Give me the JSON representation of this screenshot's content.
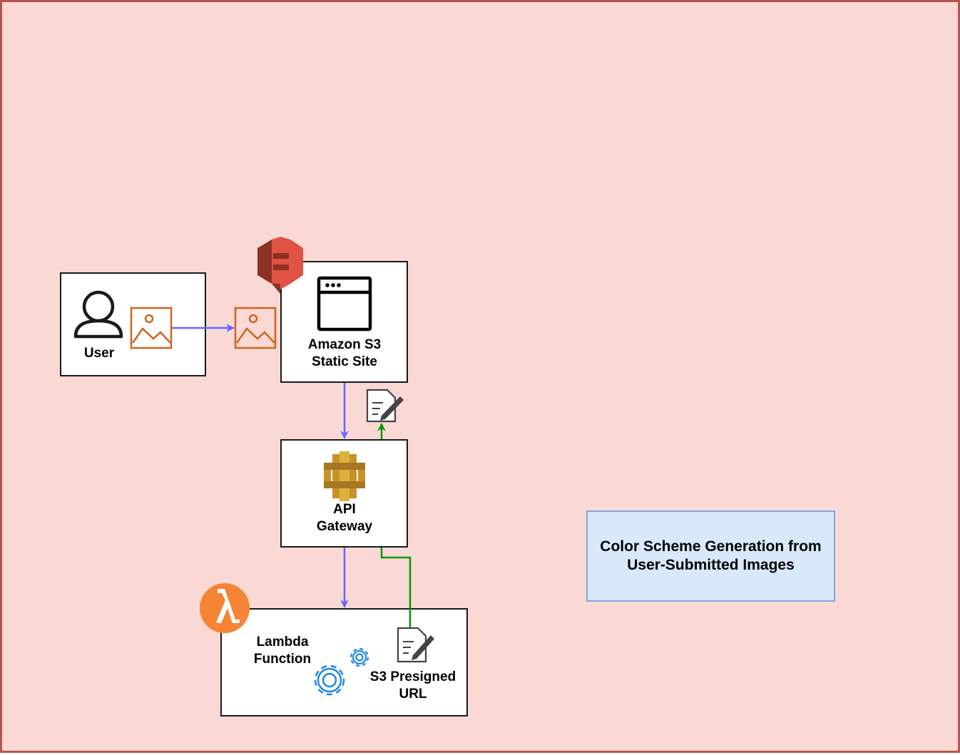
{
  "colors": {
    "background": "#fad9d5",
    "frame_border": "#b85450",
    "title_fill": "#dae8fc",
    "title_border": "#7ea6e0",
    "blue_arrow": "#6666ff",
    "green_arrow": "#009900",
    "image_icon": "#d0631c",
    "s3_red": "#e05243",
    "api_gold": "#c8922a",
    "lambda_orange": "#f58534",
    "gear_blue": "#1e88e5"
  },
  "nodes": {
    "user": {
      "label": "User",
      "icons": [
        "user-icon",
        "image-icon"
      ]
    },
    "s3_site": {
      "label_line1": "Amazon S3",
      "label_line2": "Static Site",
      "icons": [
        "s3-bucket-icon",
        "browser-window-icon"
      ]
    },
    "api_gateway": {
      "label_line1": "API",
      "label_line2": "Gateway",
      "icons": [
        "api-gateway-icon"
      ]
    },
    "lambda": {
      "label_line1": "Lambda",
      "label_line2": "Function",
      "presigned_line1": "S3 Presigned",
      "presigned_line2": "URL",
      "icons": [
        "lambda-icon",
        "gear-icon",
        "signed-document-icon"
      ]
    }
  },
  "title": {
    "line1": "Color Scheme Generation from",
    "line2": "User-Submitted Images"
  },
  "edges": [
    {
      "from": "user",
      "to": "s3_site",
      "color": "blue",
      "payload": "image-icon"
    },
    {
      "from": "s3_site",
      "to": "api_gateway",
      "color": "blue"
    },
    {
      "from": "api_gateway",
      "to": "s3_site",
      "color": "green",
      "payload": "signed-document-icon"
    },
    {
      "from": "api_gateway",
      "to": "lambda",
      "color": "blue"
    },
    {
      "from": "lambda",
      "to": "api_gateway",
      "color": "green"
    }
  ]
}
